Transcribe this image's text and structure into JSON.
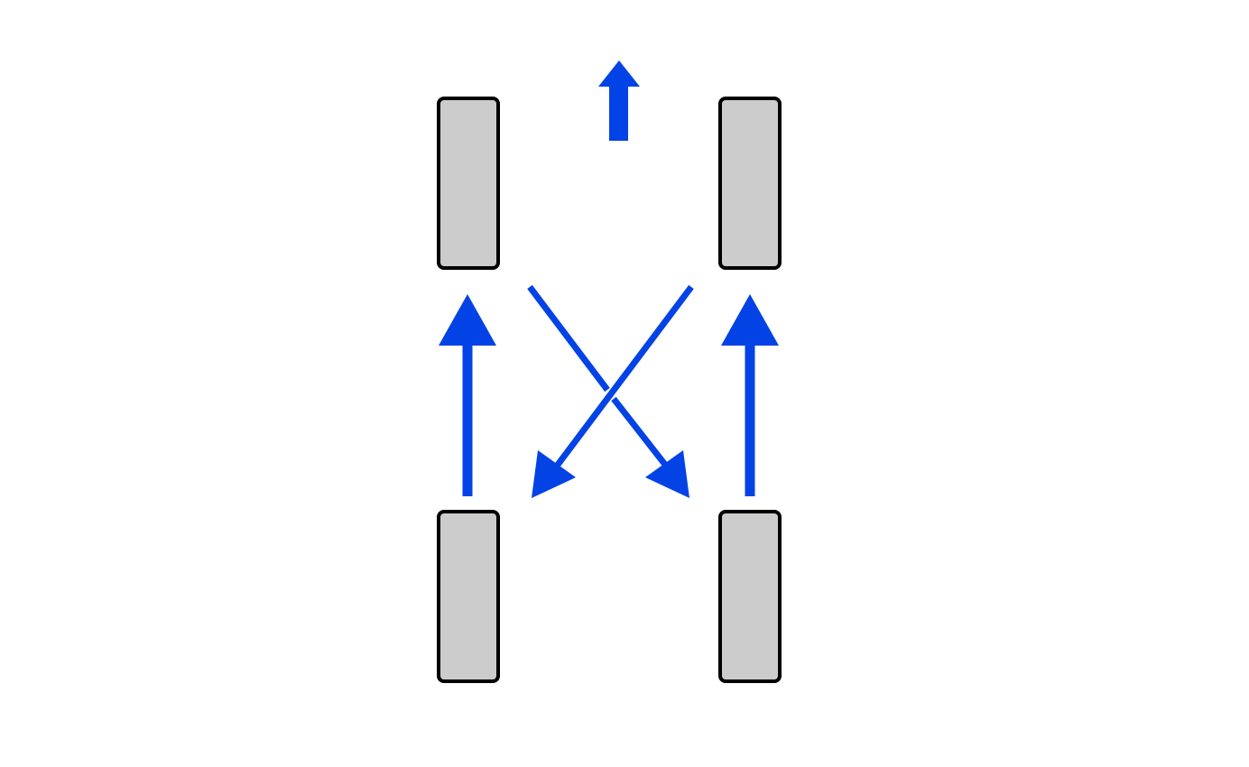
{
  "diagram": {
    "description_visible_text": "",
    "colors": {
      "arrow": "#0343e6",
      "tire_fill": "#cccccc",
      "tire_stroke": "#000000",
      "background": "#ffffff"
    },
    "tires": [
      {
        "id": "front-left"
      },
      {
        "id": "front-right"
      },
      {
        "id": "rear-left"
      },
      {
        "id": "rear-right"
      }
    ],
    "direction_indicator": {
      "icon": "forward-arrow-icon"
    },
    "moves": [
      {
        "from": "rear-left",
        "to": "front-left",
        "style": "straight"
      },
      {
        "from": "rear-right",
        "to": "front-right",
        "style": "straight"
      },
      {
        "from": "front-left",
        "to": "rear-right",
        "style": "cross"
      },
      {
        "from": "front-right",
        "to": "rear-left",
        "style": "cross"
      }
    ]
  }
}
